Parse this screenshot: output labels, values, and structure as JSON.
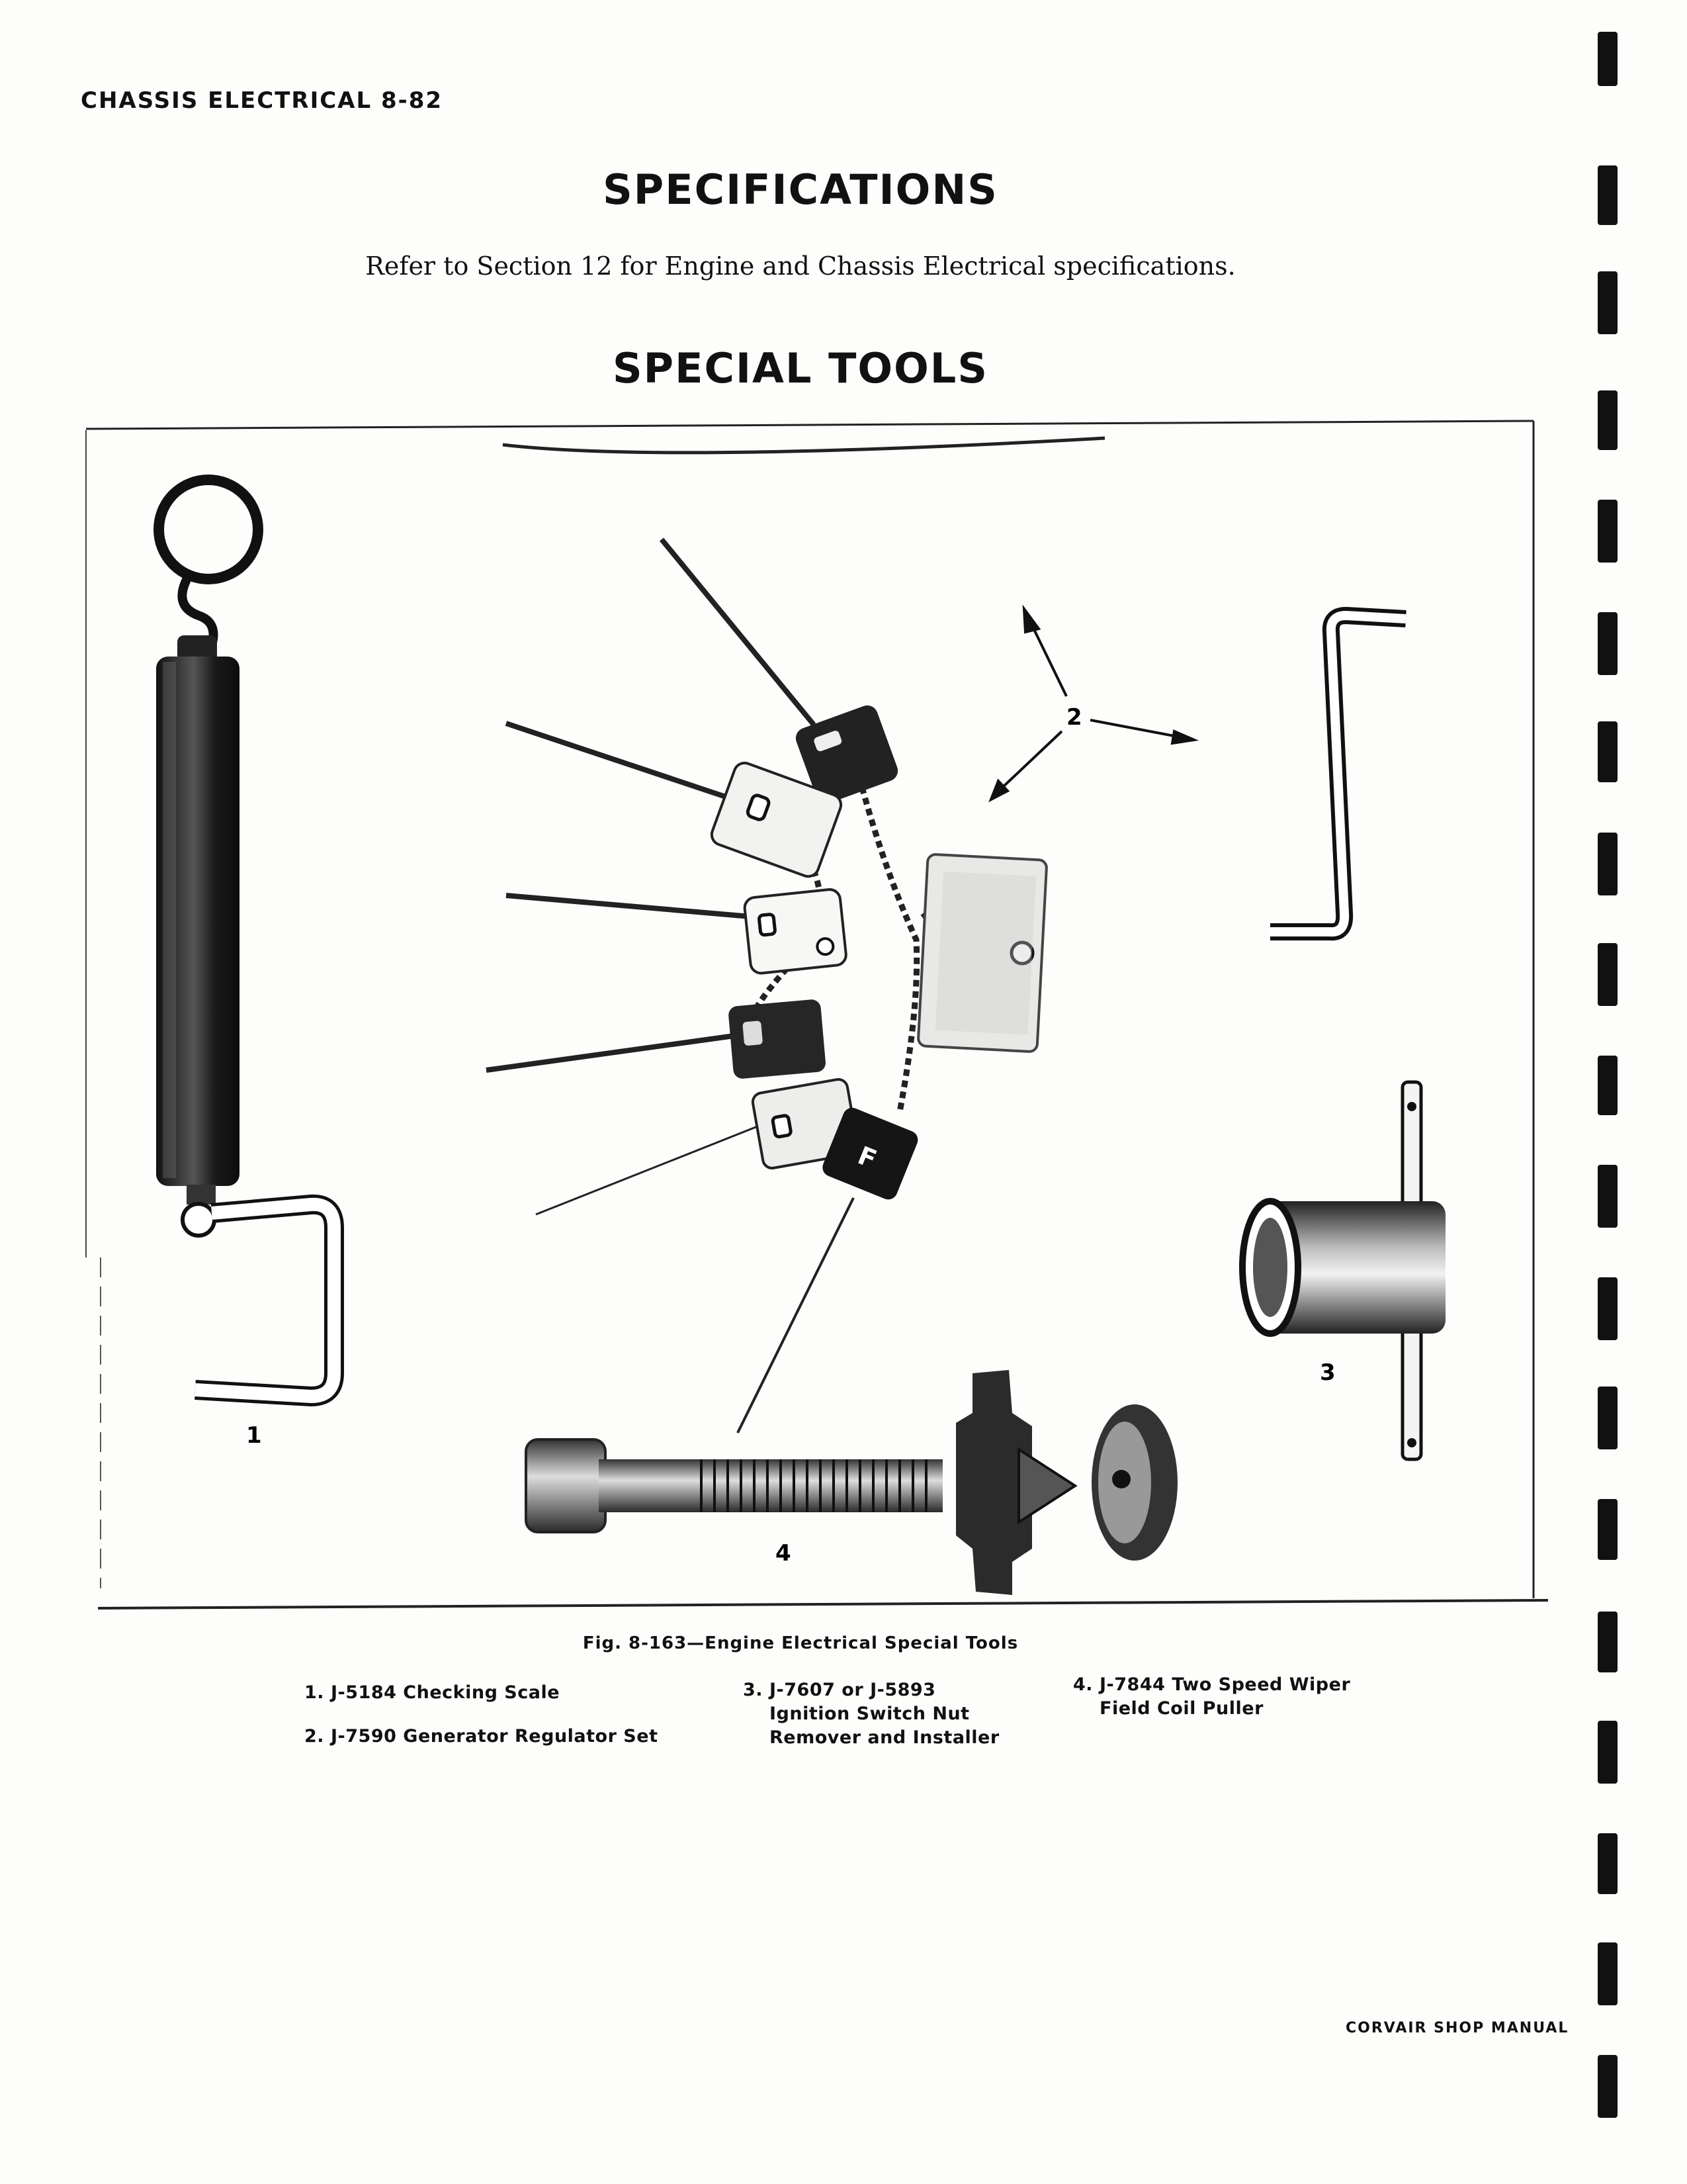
{
  "running_head": "CHASSIS ELECTRICAL 8-82",
  "specifications": {
    "title": "SPECIFICATIONS",
    "text": "Refer to Section 12 for Engine and Chassis Electrical specifications."
  },
  "special_tools": {
    "title": "SPECIAL TOOLS"
  },
  "figure": {
    "callouts": [
      "1",
      "2",
      "3",
      "4"
    ],
    "caption": "Fig. 8-163—Engine Electrical Special Tools",
    "tag_letter": "F"
  },
  "legend": [
    {
      "number": "1.",
      "lines": [
        "J-5184 Checking Scale"
      ]
    },
    {
      "number": "2.",
      "lines": [
        "J-7590 Generator Regulator Set"
      ]
    },
    {
      "number": "3.",
      "lines": [
        "J-7607 or J-5893",
        "Ignition Switch Nut",
        "Remover and Installer"
      ]
    },
    {
      "number": "4.",
      "lines": [
        "J-7844 Two Speed Wiper",
        "Field Coil Puller"
      ]
    }
  ],
  "footer": "CORVAIR SHOP MANUAL"
}
